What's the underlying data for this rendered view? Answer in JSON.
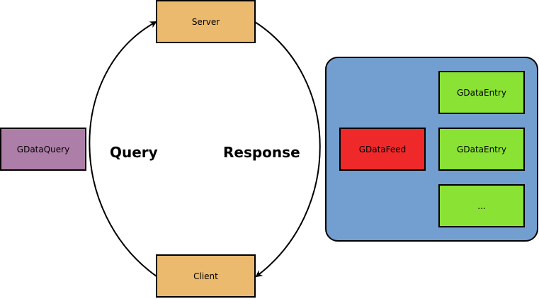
{
  "colors": {
    "server_client_fill": "#EBBA6E",
    "query_fill": "#AD7FA8",
    "container_fill": "#729FCF",
    "feed_fill": "#EF2929",
    "entry_fill": "#8AE234",
    "stroke": "#000000"
  },
  "nodes": {
    "server": "Server",
    "client": "Client",
    "gdataquery": "GDataQuery",
    "gdatafeed": "GDataFeed",
    "entries": [
      "GDataEntry",
      "GDataEntry",
      "..."
    ]
  },
  "edges": {
    "query_label": "Query",
    "response_label": "Response"
  }
}
